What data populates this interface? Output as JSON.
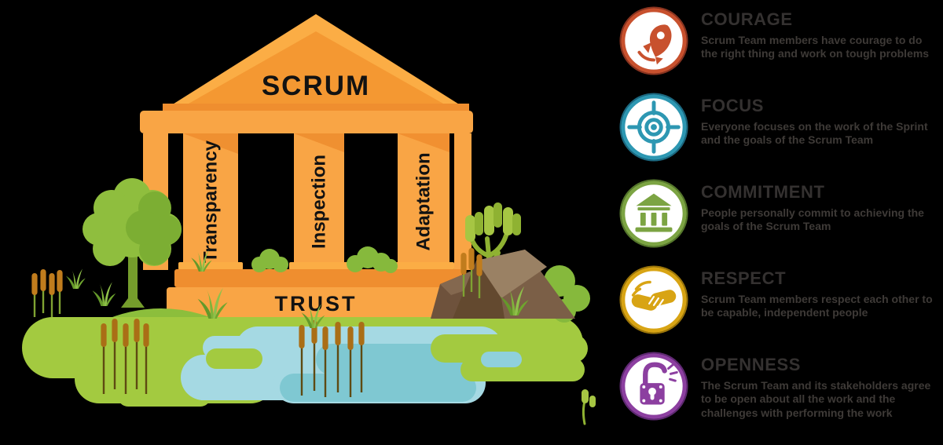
{
  "illustration": {
    "pediment_label": "SCRUM",
    "pillars": [
      "Transparency",
      "Inspection",
      "Adaptation"
    ],
    "base_label": "TRUST",
    "colors": {
      "orange_light": "#F9A545",
      "orange_lighter": "#FBAD45",
      "orange_mid": "#F49832",
      "orange_dark": "#EF8E2F",
      "land": "#A3CA40",
      "hill": "#8CBE3C",
      "hill_dark": "#7FB334",
      "foliage": "#8FBE3E",
      "foliage_dark": "#7CAE33",
      "bush": "#86B93C",
      "trunk": "#759D2C",
      "water": "#A5D9E3",
      "water_deep": "#7FC8D2",
      "water_mid": "#8FD0DC",
      "rock": "#7B5F47",
      "rock_light": "#9A8164",
      "rock_dark": "#63492F",
      "rock_back": "#6E523C",
      "rock_back_light": "#84684F",
      "cactus": "#A6C643",
      "cactus_dark": "#8FB232",
      "cattail_orange": "#C07C1D",
      "cattail_brown": "#AA6E16",
      "label_ink": "#121212"
    }
  },
  "values": [
    {
      "title": "COURAGE",
      "desc": "Scrum Team members have courage to do the right thing and work on tough problems",
      "icon": "rocket-icon",
      "color": "#C8512E",
      "ring_dark": "#8A3420"
    },
    {
      "title": "FOCUS",
      "desc": "Everyone focuses on the work of the Sprint and the goals of the Scrum Team",
      "icon": "target-icon",
      "color": "#2D97B2",
      "ring_dark": "#1B6880"
    },
    {
      "title": "COMMITMENT",
      "desc": "People personally commit to achieving the goals of the Scrum Team",
      "icon": "bank-icon",
      "color": "#7CA443",
      "ring_dark": "#55772B"
    },
    {
      "title": "RESPECT",
      "desc": "Scrum Team members respect each other to be capable, independent people",
      "icon": "handshake-icon",
      "color": "#D8A414",
      "ring_dark": "#9C7609"
    },
    {
      "title": "OPENNESS",
      "desc": "The Scrum Team and its stakeholders agree to be open about all the work and the challenges with performing the work",
      "icon": "open-lock-icon",
      "color": "#8C3FA0",
      "ring_dark": "#5F2973"
    }
  ]
}
